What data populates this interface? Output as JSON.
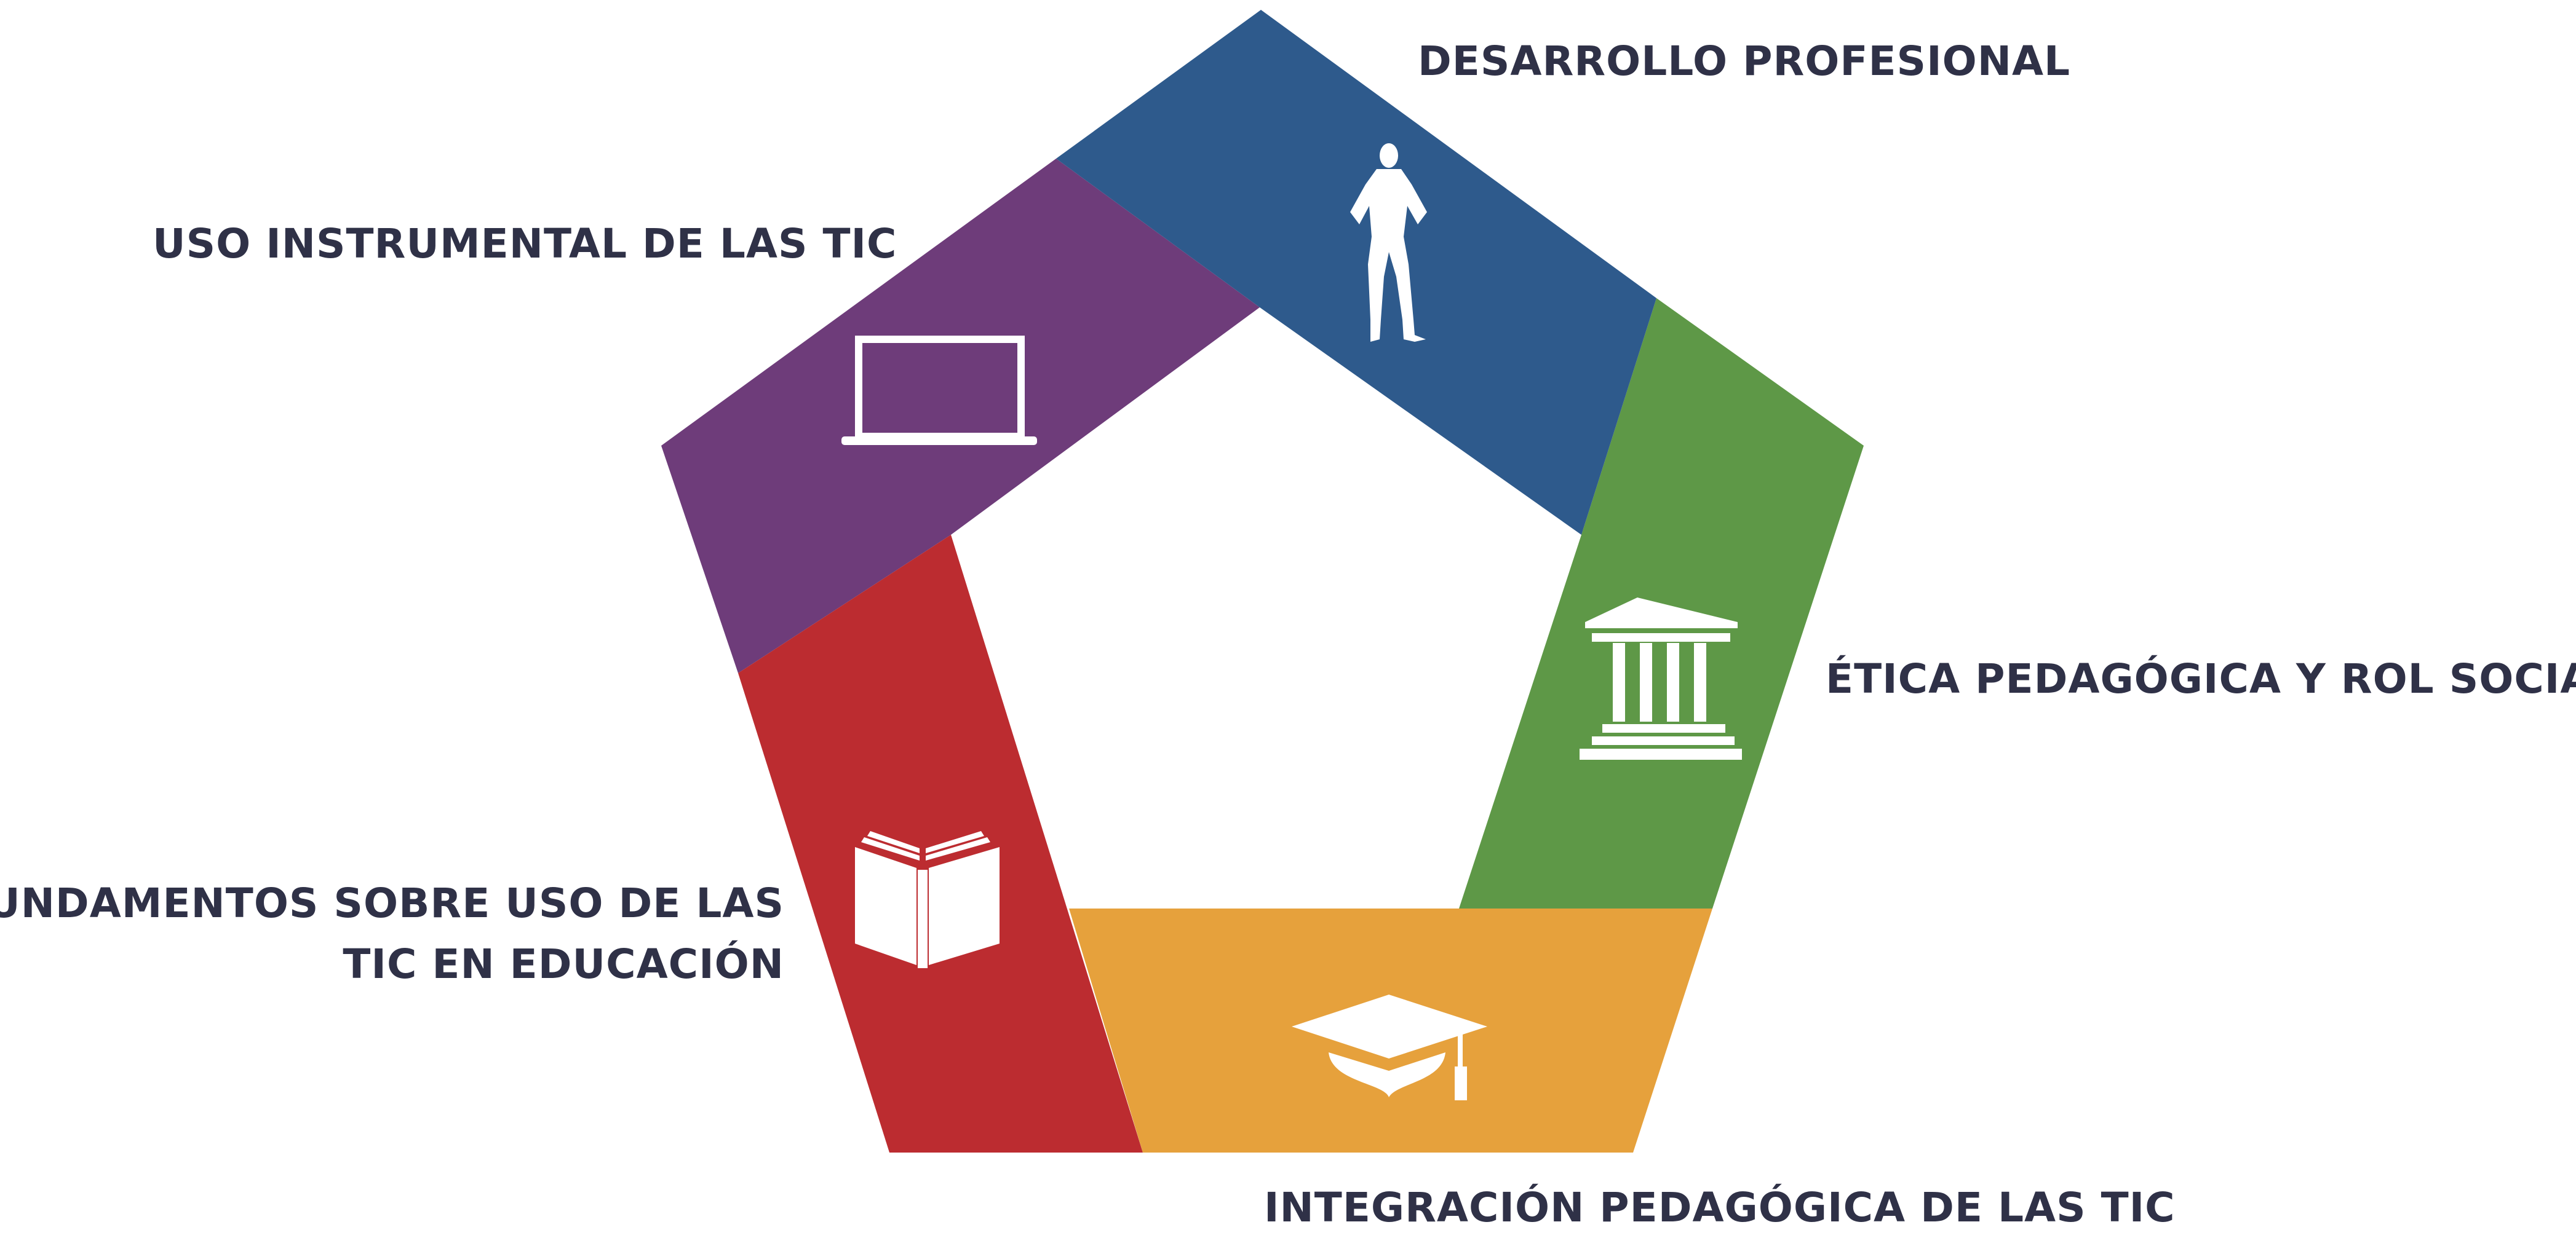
{
  "segments": [
    {
      "id": "desarrollo",
      "label": "DESARROLLO PROFESIONAL",
      "color": "#2e5a8c",
      "icon": "person-silhouette-icon"
    },
    {
      "id": "etica",
      "label": "ÉTICA PEDAGÓGICA Y ROL SOCIAL",
      "color": "#5e9847",
      "icon": "columns-building-icon"
    },
    {
      "id": "integracion",
      "label": "INTEGRACIÓN PEDAGÓGICA DE LAS TIC",
      "color": "#e6a13c",
      "icon": "graduation-cap-icon"
    },
    {
      "id": "fundamentos",
      "label_line1": "FUNDAMENTOS  SOBRE USO DE LAS",
      "label_line2": "TIC EN EDUCACIÓN",
      "color": "#bc2c30",
      "icon": "open-book-icon"
    },
    {
      "id": "uso",
      "label": "USO INSTRUMENTAL DE LAS TIC",
      "color": "#6e3c7a",
      "icon": "laptop-icon"
    }
  ],
  "icon_color": "#ffffff",
  "text_color": "#2f3147"
}
